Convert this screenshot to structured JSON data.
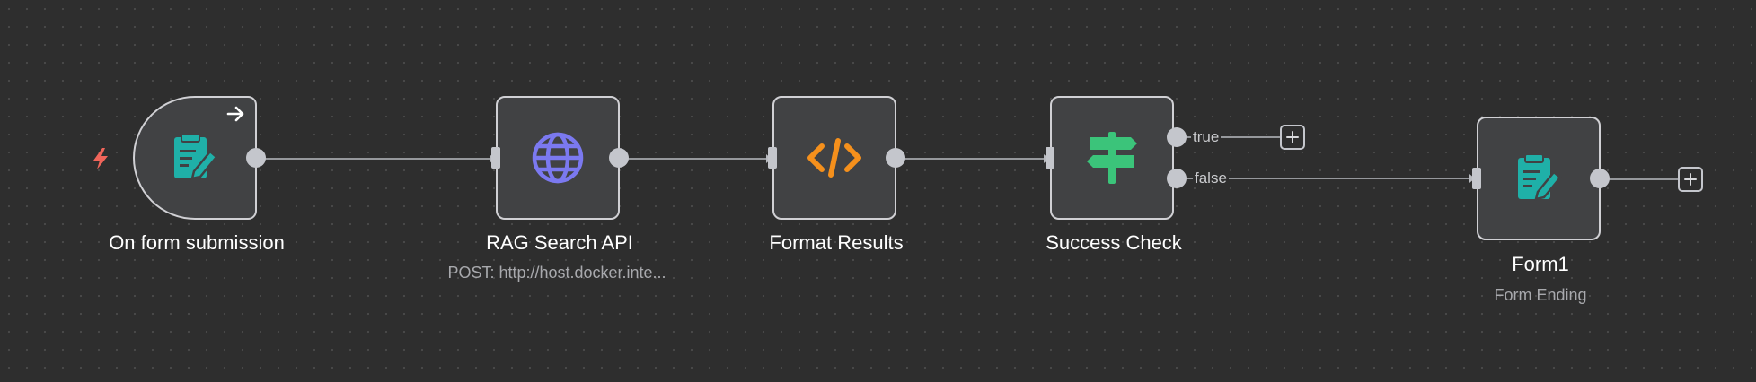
{
  "workflow": {
    "nodes": [
      {
        "label": "On form submission",
        "sublabel": "",
        "icon": "form-icon"
      },
      {
        "label": "RAG Search API",
        "sublabel": "POST: http://host.docker.inte...",
        "icon": "globe-icon"
      },
      {
        "label": "Format Results",
        "sublabel": "",
        "icon": "code-icon"
      },
      {
        "label": "Success Check",
        "sublabel": "",
        "icon": "signpost-icon"
      },
      {
        "label": "Form1",
        "sublabel": "Form Ending",
        "icon": "form-icon"
      }
    ],
    "branches": {
      "true_label": "true",
      "false_label": "false"
    }
  },
  "colors": {
    "form_icon": "#1fb0a8",
    "globe_icon": "#7b79f0",
    "code_icon": "#f5901c",
    "signpost_icon": "#3bc47a",
    "trigger_bolt": "#f0655a"
  }
}
